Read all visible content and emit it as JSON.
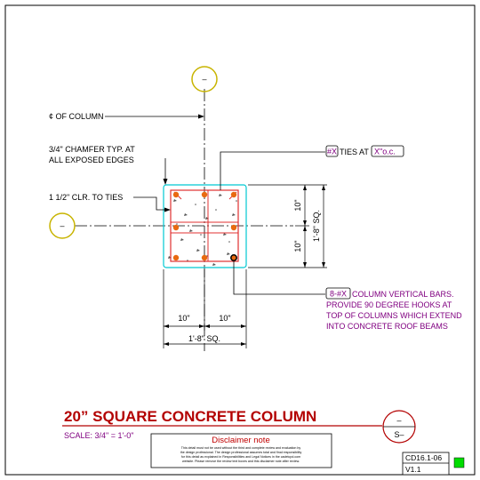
{
  "title": "20” SQUARE CONCRETE COLUMN",
  "scale": "SCALE: 3/4\" = 1'-0\"",
  "callouts": {
    "centerline": "¢ OF COLUMN",
    "chamfer_line1": "3/4\" CHAMFER TYP. AT",
    "chamfer_line2": "ALL EXPOSED EDGES",
    "clearance": "1 1/2\" CLR. TO TIES",
    "ties_tag": "#X",
    "ties_at": "TIES AT",
    "ties_spacing": "X\"o.c.",
    "bars_tag": "8-#X",
    "bars_line1": "COLUMN VERTICAL BARS.",
    "bars_line2": "PROVIDE 90 DEGREE HOOKS AT",
    "bars_line3": "TOP OF COLUMNS WHICH EXTEND",
    "bars_line4": "INTO CONCRETE ROOF BEAMS"
  },
  "dimensions": {
    "half_left": "10\"",
    "half_right": "10\"",
    "total_horizontal": "1'-8\" SQ.",
    "half_top": "10\"",
    "half_bottom": "10\"",
    "total_vertical": "1'-8\" SQ."
  },
  "grid_bubbles": {
    "top": "–",
    "left": "–"
  },
  "disclaimer": {
    "title": "Disclaimer note",
    "lines": [
      "This detail must not be used without the third and complete review and evaluation by",
      "the design professional. The design professional assumes total and final responsibility",
      "for this detail as explained in Responsibilities and Legal Notices in the cadetcpd.com",
      "website. Please remove the review text boxes and this disclaimer note after review."
    ]
  },
  "section_marker": {
    "top": "–",
    "bottom": "S–"
  },
  "titleblock": {
    "detail_number": "CD16.1-06",
    "version": "V1.1"
  },
  "colors": {
    "title_red": "#b30000",
    "magenta": "#800080",
    "column_outline": "#00c8d2",
    "ties": "#e03030",
    "bars": "#e86a10",
    "bubble": "#c8b400",
    "status_green": "#00dd00"
  }
}
